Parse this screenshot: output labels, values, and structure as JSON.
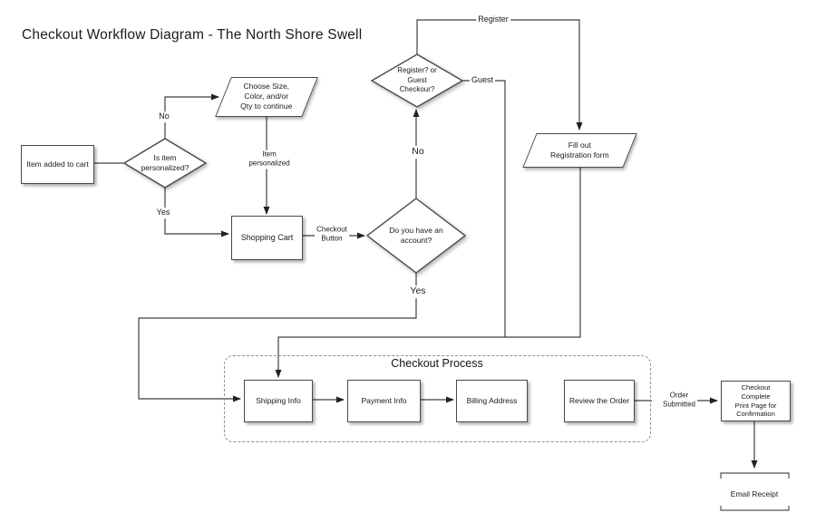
{
  "title": "Checkout Workflow Diagram - The North Shore Swell",
  "nodes": {
    "item_added": {
      "label": "Item added to cart"
    },
    "is_personalized": {
      "lines": [
        "Is item",
        "personalized?"
      ]
    },
    "choose_size": {
      "lines": [
        "Choose Size,",
        "Color, and/or",
        "Qty to continue"
      ]
    },
    "shopping_cart": {
      "label": "Shopping Cart"
    },
    "account": {
      "lines": [
        "Do you have an",
        "account?"
      ]
    },
    "register_guest": {
      "lines": [
        "Register? or",
        "Guest",
        "Checkour?"
      ]
    },
    "fill_registration": {
      "lines": [
        "Fill out",
        "Registration form"
      ]
    },
    "shipping": {
      "label": "Shipping Info"
    },
    "payment": {
      "label": "Payment Info"
    },
    "billing": {
      "label": "Billing Address"
    },
    "review": {
      "label": "Review the Order"
    },
    "checkout_complete": {
      "lines": [
        "Checkout",
        "Complete",
        "Print Page for",
        "Confirmation"
      ]
    },
    "email_receipt": {
      "label": "Email Receipt"
    }
  },
  "container": {
    "title": "Checkout Process"
  },
  "edge_labels": {
    "no_personalized": "No",
    "yes_personalized": "Yes",
    "item_personalized": [
      "Item",
      "personalized"
    ],
    "checkout_button": [
      "Checkout",
      "Button"
    ],
    "no_account": "No",
    "yes_account": "Yes",
    "register": "Register",
    "guest": "Guest",
    "order_submitted": [
      "Order",
      "Submitted"
    ]
  },
  "colors": {
    "background": "#ffffff",
    "line": "#3f3f3f",
    "shape_border": "#4a4a4a",
    "text": "#1a1a1a",
    "dashed_border": "#8f8f8f"
  }
}
